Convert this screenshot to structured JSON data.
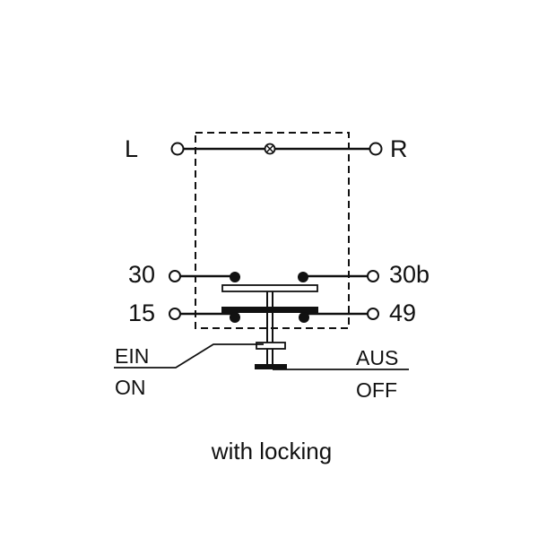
{
  "terminals": {
    "left": "L",
    "right": "R",
    "t30": "30",
    "t30b": "30b",
    "t15": "15",
    "t49": "49"
  },
  "actuator": {
    "on_de": "EIN",
    "on_en": "ON",
    "off_de": "AUS",
    "off_en": "OFF"
  },
  "caption": "with locking"
}
